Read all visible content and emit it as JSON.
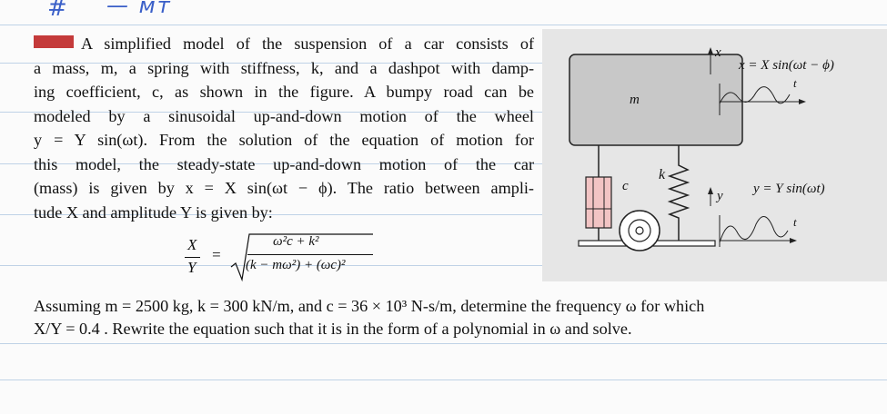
{
  "handwriting": {
    "hash": "#",
    "note": "— мт"
  },
  "problem": {
    "lines": [
      "A simplified model of the suspension of a car consists of",
      "a mass, m, a spring with stiffness, k, and a dashpot with damp-",
      "ing coefficient, c, as shown in the figure. A bumpy road can be",
      "modeled by a sinusoidal up-and-down motion of the wheel",
      "y = Y sin(ωt). From the solution of the equation of motion for",
      "this model, the steady-state up-and-down motion of the car",
      "(mass) is given by x = X sin(ωt − ϕ). The ratio between ampli-",
      "tude X and amplitude Y is given by:"
    ]
  },
  "formula": {
    "lhs_num": "X",
    "lhs_den": "Y",
    "eq": "=",
    "numerator": "ω²c + k²",
    "denominator": "(k − mω²) + (ωc)²"
  },
  "figure": {
    "mass_label": "m",
    "damper_label": "c",
    "spring_label": "k",
    "x_axis": "x",
    "y_axis": "y",
    "t_label_top": "t",
    "t_label_bottom": "t",
    "x_equation": "x = X sin(ωt − ϕ)",
    "y_equation": "y = Y sin(ωt)"
  },
  "question": {
    "line1": "Assuming m = 2500 kg, k = 300 kN/m, and c = 36 × 10³ N-s/m, determine the frequency ω for which",
    "line2": "X/Y = 0.4 . Rewrite the equation such that it is in the form of a polynomial in ω and solve."
  },
  "colors": {
    "badge": "#c43a3a",
    "figure_bg": "#e6e6e6",
    "mass": "#c8c8c8",
    "damper": "#f2c4c4",
    "ink": "#3a5fc8"
  }
}
